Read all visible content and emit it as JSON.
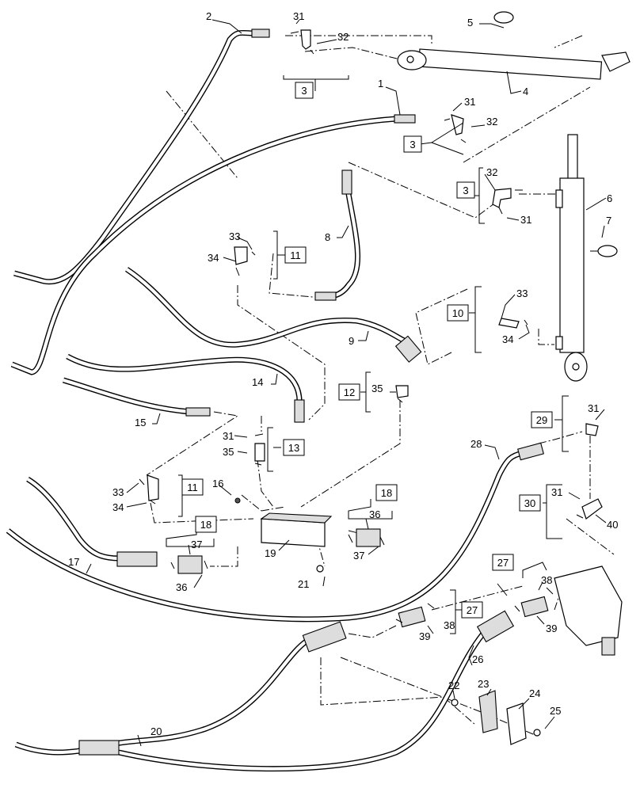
{
  "callouts": [
    "1",
    "2",
    "3",
    "4",
    "5",
    "6",
    "7",
    "8",
    "9",
    "10",
    "11",
    "12",
    "13",
    "14",
    "15",
    "16",
    "17",
    "18",
    "19",
    "20",
    "21",
    "22",
    "23",
    "24",
    "25",
    "26",
    "27",
    "28",
    "29",
    "30",
    "31",
    "32",
    "33",
    "34",
    "35",
    "36",
    "37",
    "38",
    "39",
    "40"
  ],
  "boxed_refs": {
    "ref_3": "3",
    "ref_10": "10",
    "ref_11": "11",
    "ref_12": "12",
    "ref_13": "13",
    "ref_18": "18",
    "ref_27": "27",
    "ref_29": "29",
    "ref_30": "30"
  },
  "plain_refs": {
    "ref_38": "38"
  }
}
